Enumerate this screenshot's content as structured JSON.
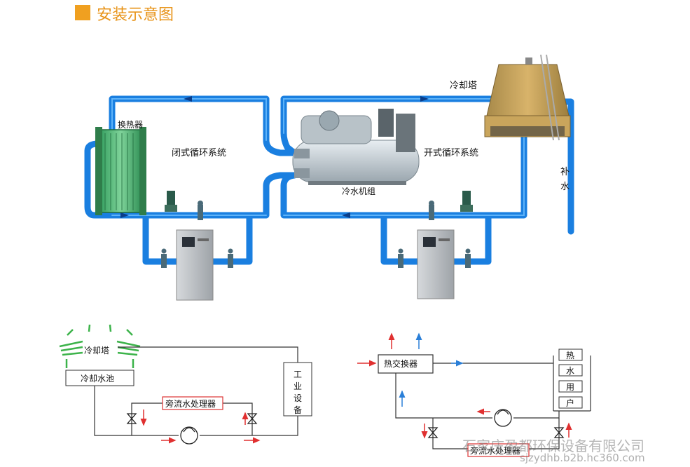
{
  "header": {
    "title": "安装示意图",
    "accent": "#f0a020"
  },
  "top_diagram": {
    "heat_exchanger": "换热器",
    "closed_loop": "闭式循环系统",
    "chiller": "冷水机组",
    "open_loop": "开式循环系统",
    "cooling_tower": "冷却塔",
    "makeup_water": [
      "补",
      "水"
    ],
    "pipe_color": "#1a7fe0"
  },
  "left_schematic": {
    "cooling_tower": "冷却塔",
    "cooling_pool": "冷却水池",
    "bypass": "旁流水处理器",
    "equipment": [
      "工",
      "业",
      "设",
      "备"
    ]
  },
  "right_schematic": {
    "heat_exchanger": "热交换器",
    "bypass": "旁流水处理器",
    "users": [
      "热",
      "水",
      "用",
      "户"
    ]
  },
  "watermark": {
    "company": "石家庄盈都环保设备有限公司",
    "url": "sjzydhb.b2b.hc360.com"
  }
}
